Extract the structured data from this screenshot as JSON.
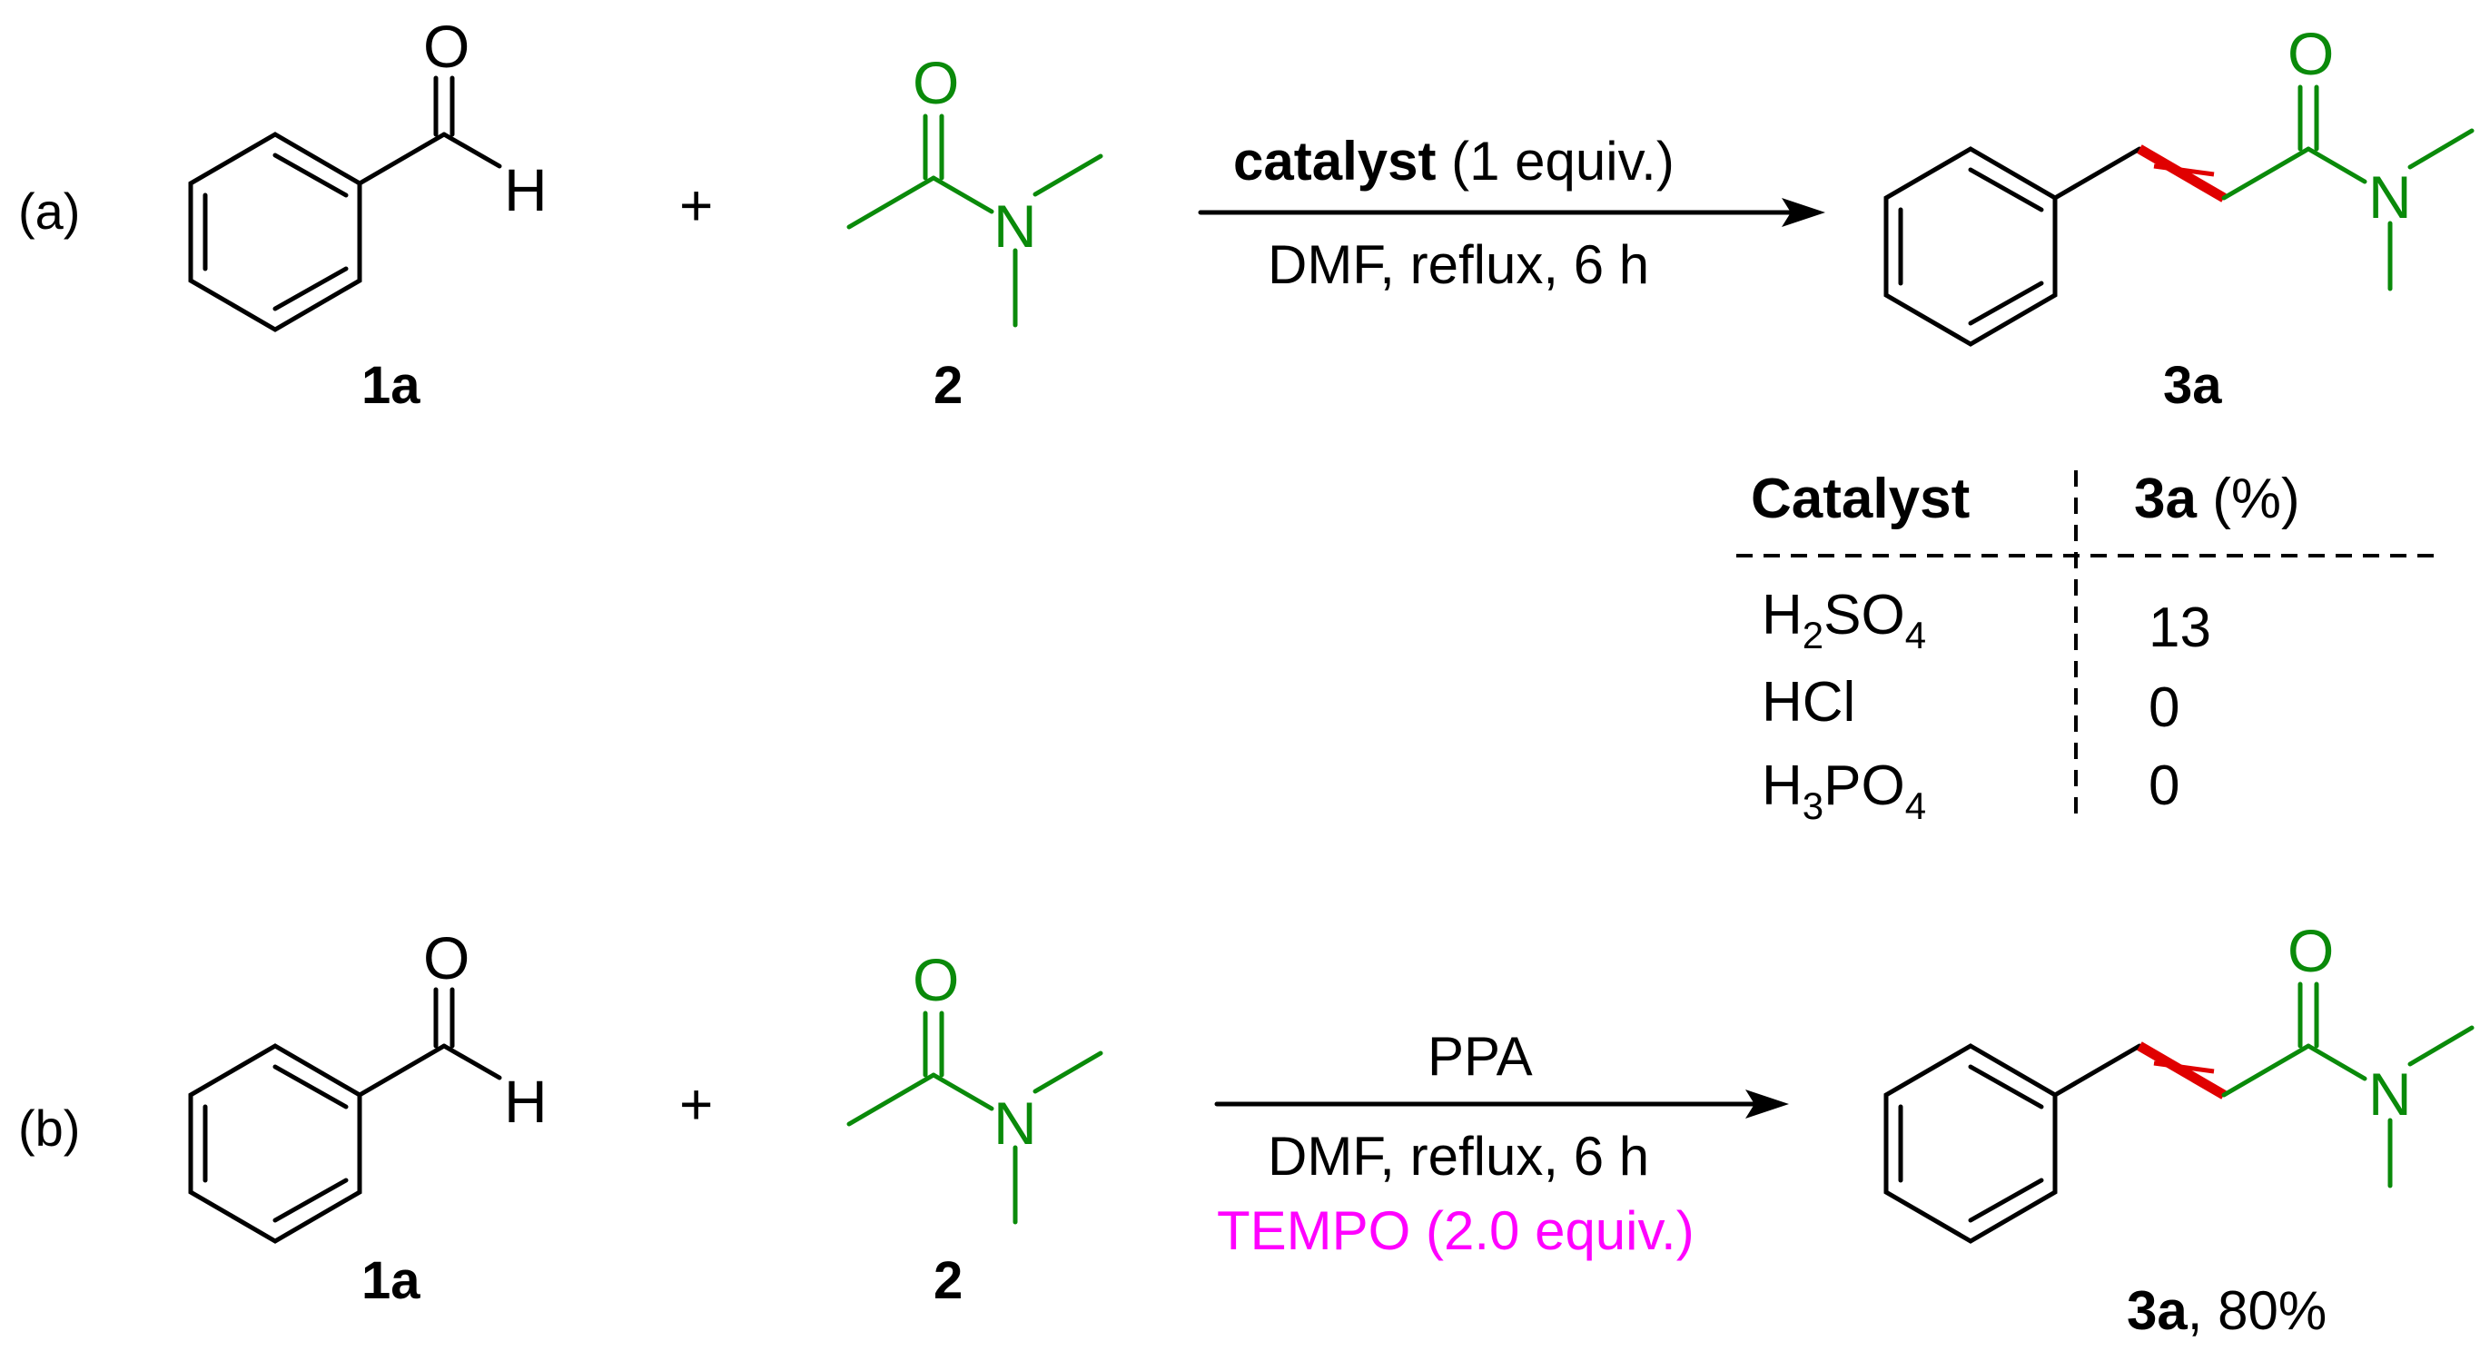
{
  "panel_a": {
    "label": "(a)",
    "reactant1": "1a",
    "reactant2": "2",
    "plus": "+",
    "condition_bold": "catalyst",
    "condition_rest": " (1 equiv.)",
    "condition_below": "DMF, reflux, 6 h",
    "product": "3a",
    "table": {
      "header_catalyst": "Catalyst",
      "header_yield_bold": "3a",
      "header_yield_rest": " (%)",
      "rows": [
        {
          "catalyst_main": "H",
          "sub1": "2",
          "mid": "SO",
          "sub2": "4",
          "yield": "13"
        },
        {
          "catalyst_main": "HCl",
          "sub1": "",
          "mid": "",
          "sub2": "",
          "yield": "0"
        },
        {
          "catalyst_main": "H",
          "sub1": "3",
          "mid": "PO",
          "sub2": "4",
          "yield": "0"
        }
      ]
    }
  },
  "panel_b": {
    "label": "(b)",
    "reactant1": "1a",
    "reactant2": "2",
    "plus": "+",
    "condition_above": "PPA",
    "condition_below": "DMF, reflux, 6 h",
    "condition_additive": "TEMPO (2.0 equiv.)",
    "product_bold": "3a",
    "product_yield": ", 80%"
  },
  "atoms": {
    "O": "O",
    "H": "H",
    "N": "N"
  },
  "colors": {
    "dma": "#0a8a0a",
    "new_bond": "#e00000",
    "tempo": "#ff00ff"
  }
}
